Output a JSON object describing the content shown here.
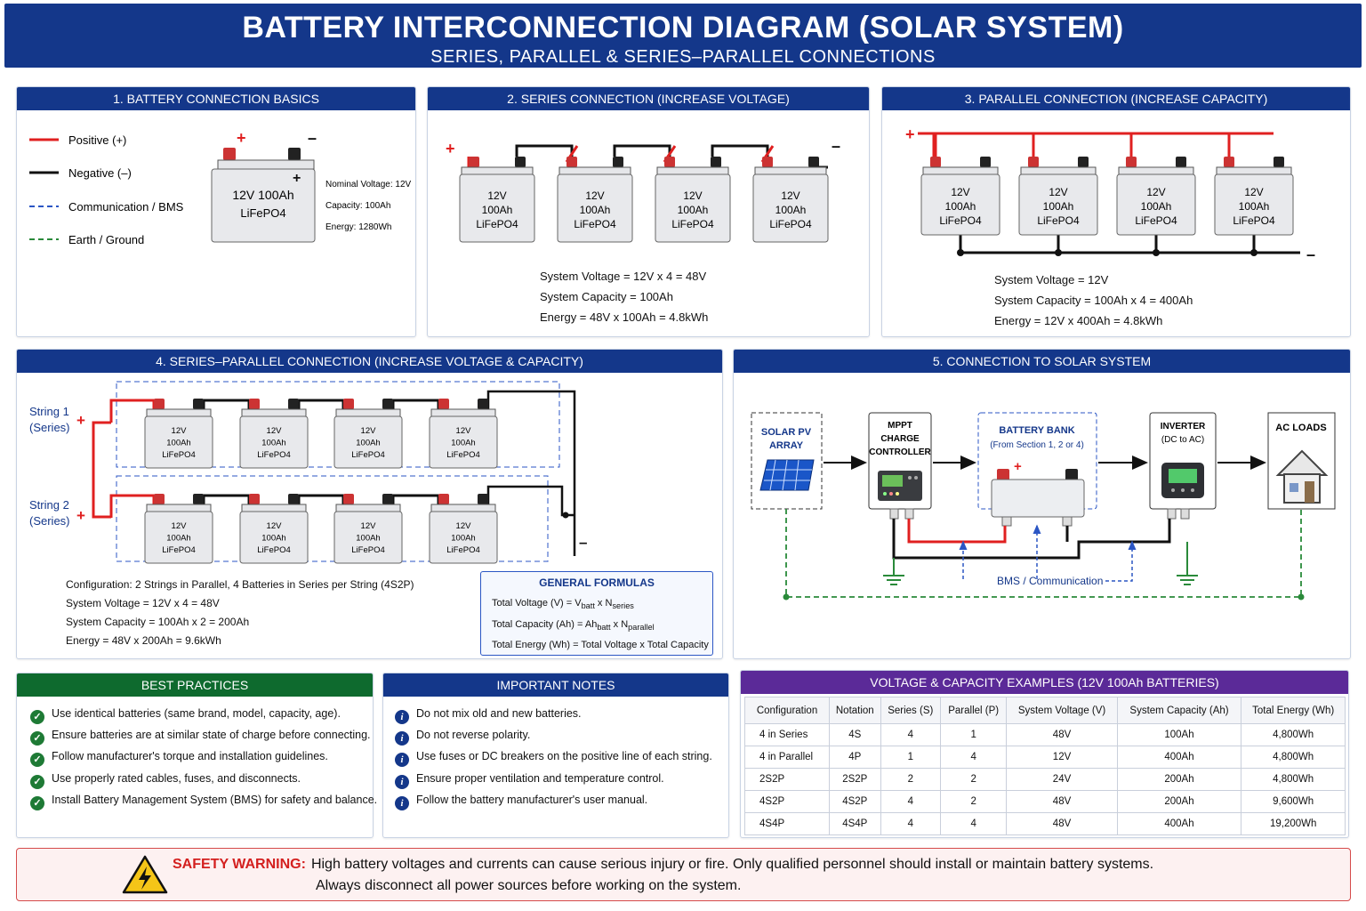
{
  "header": {
    "title": "BATTERY INTERCONNECTION DIAGRAM (SOLAR SYSTEM)",
    "subtitle": "SERIES, PARALLEL & SERIES–PARALLEL CONNECTIONS"
  },
  "s1": {
    "title": "1. BATTERY CONNECTION BASICS",
    "legend": [
      "Positive (+)",
      "Negative (–)",
      "Communication / BMS",
      "Earth / Ground"
    ],
    "battery": [
      "12V 100Ah",
      "LiFePO4"
    ],
    "specs": [
      "Nominal Voltage: 12V",
      "Capacity: 100Ah",
      "Energy: 1280Wh"
    ]
  },
  "s2": {
    "title": "2. SERIES CONNECTION (INCREASE VOLTAGE)",
    "battery": [
      "12V",
      "100Ah",
      "LiFePO4"
    ],
    "lines": [
      "System Voltage = 12V x 4 = 48V",
      "System Capacity = 100Ah",
      "Energy = 48V x 100Ah = 4.8kWh"
    ]
  },
  "s3": {
    "title": "3. PARALLEL CONNECTION (INCREASE CAPACITY)",
    "battery": [
      "12V",
      "100Ah",
      "LiFePO4"
    ],
    "lines": [
      "System Voltage = 12V",
      "System Capacity = 100Ah x 4 = 400Ah",
      "Energy = 12V x 400Ah = 4.8kWh"
    ]
  },
  "s4": {
    "title": "4. SERIES–PARALLEL CONNECTION (INCREASE VOLTAGE & CAPACITY)",
    "string1": [
      "String 1",
      "(Series)"
    ],
    "string2": [
      "String 2",
      "(Series)"
    ],
    "battery": [
      "12V",
      "100Ah",
      "LiFePO4"
    ],
    "lines": [
      "Configuration: 2 Strings in Parallel, 4 Batteries in Series per String (4S2P)",
      "System Voltage = 12V x 4 = 48V",
      "System Capacity = 100Ah x 2 = 200Ah",
      "Energy = 48V x 200Ah = 9.6kWh"
    ],
    "formulas": {
      "title": "GENERAL FORMULAS",
      "v_prefix": "Total Voltage (V) = V",
      "v_sub1": "batt",
      "v_mid": " x N",
      "v_sub2": "series",
      "c_prefix": "Total Capacity (Ah) = Ah",
      "c_sub1": "batt",
      "c_mid": " x N",
      "c_sub2": "parallel",
      "e": "Total Energy (Wh) = Total Voltage x Total Capacity"
    }
  },
  "s5": {
    "title": "5. CONNECTION TO SOLAR SYSTEM",
    "pv": [
      "SOLAR PV",
      "ARRAY"
    ],
    "mppt": [
      "MPPT",
      "CHARGE",
      "CONTROLLER"
    ],
    "bank": [
      "BATTERY BANK",
      "(From Section 1, 2 or 4)"
    ],
    "inverter": [
      "INVERTER",
      "(DC to AC)"
    ],
    "loads": "AC LOADS",
    "bms": "BMS / Communication"
  },
  "best": {
    "title": "BEST PRACTICES",
    "items": [
      "Use identical batteries (same brand, model, capacity, age).",
      "Ensure batteries are at similar state of charge before connecting.",
      "Follow manufacturer's torque and installation guidelines.",
      "Use properly rated cables, fuses, and disconnects.",
      "Install Battery Management System (BMS) for safety and balance."
    ]
  },
  "notes": {
    "title": "IMPORTANT NOTES",
    "items": [
      "Do not mix old and new batteries.",
      "Do not reverse polarity.",
      "Use fuses or DC breakers on the positive line of each string.",
      "Ensure proper ventilation and temperature control.",
      "Follow the battery manufacturer's user manual."
    ]
  },
  "table": {
    "title": "VOLTAGE & CAPACITY EXAMPLES (12V 100Ah BATTERIES)",
    "headers": [
      "Configuration",
      "Notation",
      "Series (S)",
      "Parallel (P)",
      "System Voltage (V)",
      "System Capacity (Ah)",
      "Total Energy (Wh)"
    ],
    "rows": [
      [
        "4 in Series",
        "4S",
        "4",
        "1",
        "48V",
        "100Ah",
        "4,800Wh"
      ],
      [
        "4 in Parallel",
        "4P",
        "1",
        "4",
        "12V",
        "400Ah",
        "4,800Wh"
      ],
      [
        "2S2P",
        "2S2P",
        "2",
        "2",
        "24V",
        "200Ah",
        "4,800Wh"
      ],
      [
        "4S2P",
        "4S2P",
        "4",
        "2",
        "48V",
        "200Ah",
        "9,600Wh"
      ],
      [
        "4S4P",
        "4S4P",
        "4",
        "4",
        "48V",
        "400Ah",
        "19,200Wh"
      ]
    ]
  },
  "safety": {
    "label": "SAFETY WARNING:",
    "line1": "High battery voltages and currents can cause serious injury or fire. Only qualified personnel should install or maintain battery systems.",
    "line2": "Always disconnect all power sources before working on the system."
  },
  "symbols": {
    "plus": "+",
    "minus": "–"
  },
  "colors": {
    "navy": "#14378a",
    "positive": "#e02020",
    "negative": "#111111",
    "comm": "#2b56c4",
    "ground": "#2a8a3a",
    "green": "#0e6a2e",
    "purple": "#5b2a98",
    "warning": "#d4201f"
  }
}
